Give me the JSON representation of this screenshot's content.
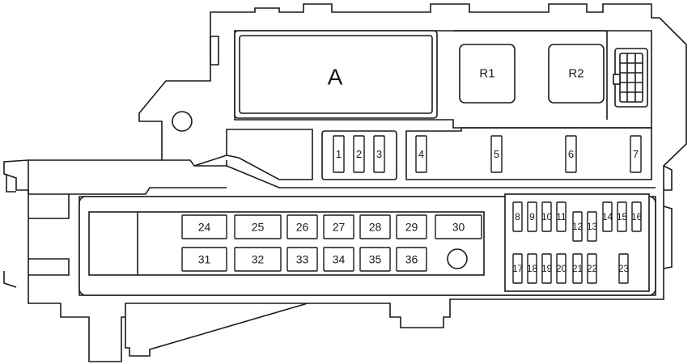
{
  "labels": {
    "block_a": "A",
    "relay_r1": "R1",
    "relay_r2": "R2"
  },
  "fuses_small_top": [
    "1",
    "2",
    "3",
    "4",
    "5",
    "6",
    "7"
  ],
  "fuses_mini_upper": [
    "8",
    "9",
    "10",
    "11",
    "12",
    "13",
    "14",
    "15",
    "16"
  ],
  "fuses_mini_lower": [
    "17",
    "18",
    "19",
    "20",
    "21",
    "22",
    "23"
  ],
  "fuses_large_row1": [
    "24",
    "25",
    "26",
    "27",
    "28",
    "29",
    "30"
  ],
  "fuses_large_row2": [
    "31",
    "32",
    "33",
    "34",
    "35",
    "36"
  ],
  "colors": {
    "stroke": "#1a1a1a",
    "background": "#ffffff"
  }
}
